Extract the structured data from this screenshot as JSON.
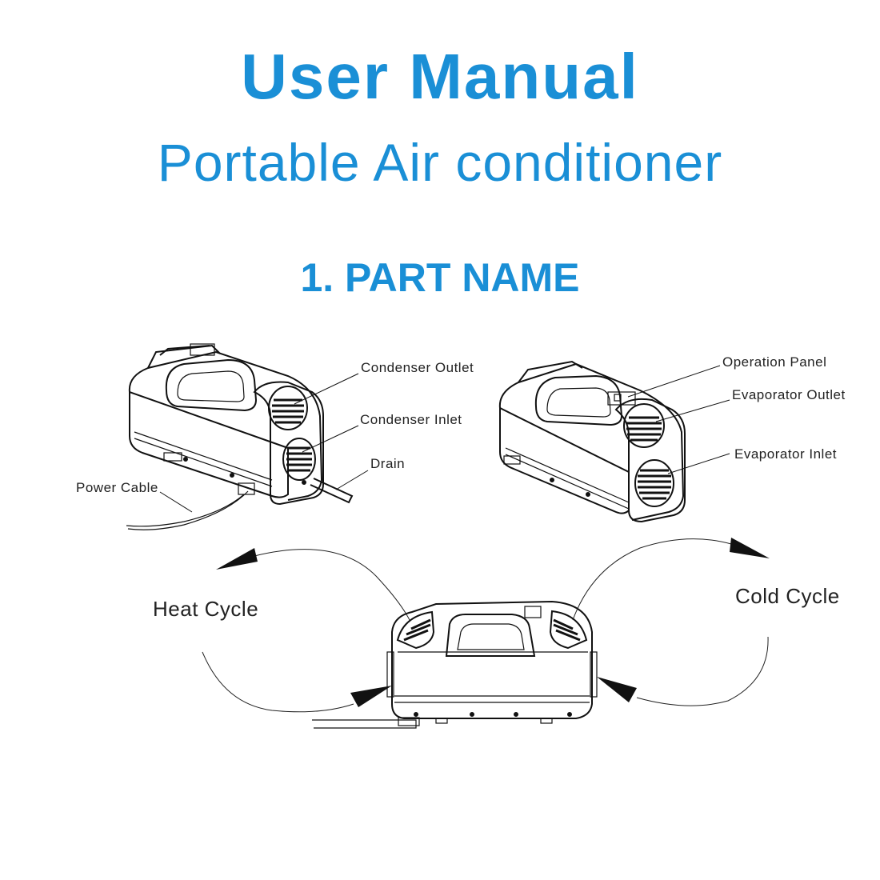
{
  "header": {
    "title": "User Manual",
    "subtitle": "Portable Air conditioner"
  },
  "section": {
    "heading": "1. PART NAME"
  },
  "parts": {
    "condenser_outlet": "Condenser Outlet",
    "condenser_inlet": "Condenser Inlet",
    "drain": "Drain",
    "power_cable": "Power Cable",
    "operation_panel": "Operation Panel",
    "evaporator_outlet": "Evaporator Outlet",
    "evaporator_inlet": "Evaporator Inlet"
  },
  "cycles": {
    "heat": "Heat Cycle",
    "cold": "Cold Cycle"
  },
  "colors": {
    "accent": "#1a8fd6",
    "line": "#111111"
  }
}
